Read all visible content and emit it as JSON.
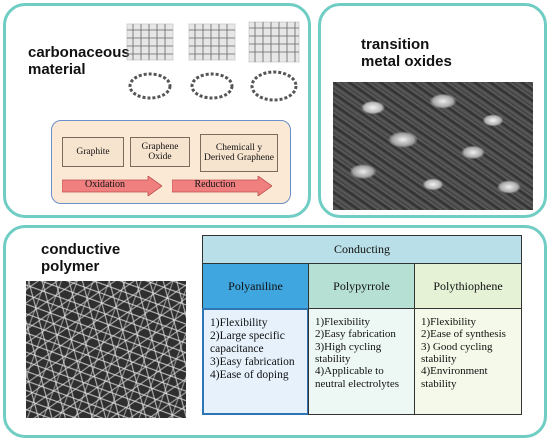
{
  "panels": {
    "carbon": {
      "heading": "carbonaceous\nmaterial",
      "flow_boxes": [
        "Graphite",
        "Graphene Oxide",
        "Chemicall y Derived Graphene"
      ],
      "flow_arrows": [
        "Oxidation",
        "Reduction"
      ]
    },
    "tmo": {
      "heading": "transition\nmetal oxides"
    },
    "cp": {
      "heading": "conductive\npolymer",
      "table": {
        "title": "Conducting",
        "columns": [
          {
            "name": "Polyaniline",
            "props": "1)Flexibility\n2)Large specific capacitance\n3)Easy fabrication\n4)Ease of doping",
            "header_color": "#3fa6df",
            "body_color": "#e6f1fb"
          },
          {
            "name": "Polypyrrole",
            "props": "1)Flexibility\n2)Easy fabrication\n3)High cycling stability\n4)Applicable to neutral electrolytes",
            "header_color": "#b7e0d4",
            "body_color": "#edf7f3"
          },
          {
            "name": "Polythiophene",
            "props": "1)Flexibility\n2)Ease of synthesis\n3) Good cycling stability\n4)Environment stability",
            "header_color": "#e5f2d6",
            "body_color": "#f4f9e9"
          }
        ]
      }
    }
  },
  "colors": {
    "panel_border": "#6fcdc4",
    "flow_container": "#fbe9d6",
    "flow_border": "#6b8fc9",
    "arrow_fill": "#f08080",
    "table_title_fill": "#b9dfe8"
  }
}
